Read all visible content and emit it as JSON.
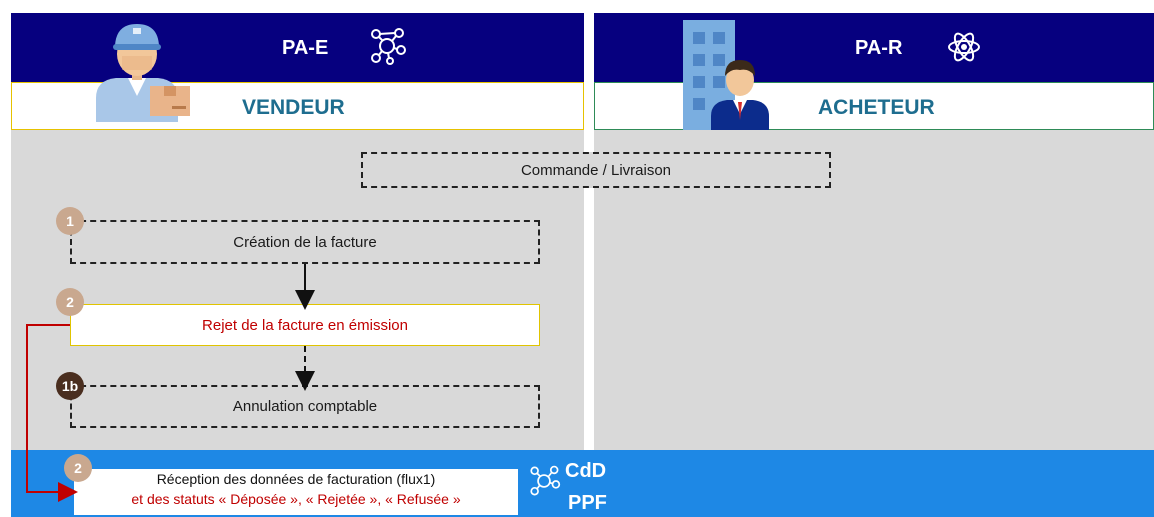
{
  "seller": {
    "title": "PA-E",
    "role": "VENDEUR",
    "icon": "network-icon",
    "avatar": "delivery-person-icon"
  },
  "buyer": {
    "title": "PA-R",
    "role": "ACHETEUR",
    "icon": "atom-icon",
    "avatar": "buyer-building-icon"
  },
  "steps": {
    "order": {
      "label": "Commande / Livraison"
    },
    "creation": {
      "badge": "1",
      "label": "Création de la facture"
    },
    "rejection": {
      "badge": "2",
      "label": "Rejet de la facture en émission"
    },
    "cancellation": {
      "badge": "1b",
      "label": "Annulation comptable"
    }
  },
  "ppf": {
    "badge": "2",
    "line1": "Réception des données de facturation (flux1)",
    "line2": "et des statuts « Déposée », « Rejetée », « Refusée »",
    "label_line1": "CdD",
    "label_line2": "PPF",
    "icon": "network-icon"
  },
  "colors": {
    "header": "#06007f",
    "seller_border": "#e6c200",
    "buyer_border": "#2e8b57",
    "lane_gray": "#d9d9d9",
    "ppf_blue": "#1e88e5",
    "badge_tan": "#c9a88f",
    "badge_dark": "#4a2e1f",
    "reject_red": "#c00000"
  }
}
